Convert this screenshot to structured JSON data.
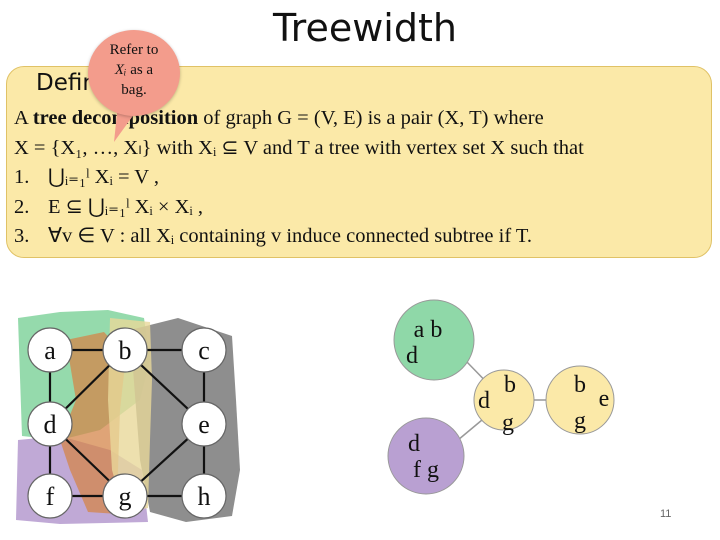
{
  "slide": {
    "title": "Treewidth",
    "definition_label": "Definition",
    "page_number": "11"
  },
  "callout": {
    "line1": "Refer to",
    "line2_var": "Xᵢ",
    "line2_rest": " as a",
    "line3": "bag."
  },
  "definition": {
    "intro_pre": "A ",
    "intro_bold": "tree decomposition",
    "intro_post": " of graph G = (V, E) is a pair (X, T) where",
    "line2": "X = {X₁, …, Xₗ} with Xᵢ ⊆ V and T a tree with vertex set X such that",
    "items": [
      {
        "num": "1.",
        "text": "⋃ᵢ₌₁ˡ Xᵢ = V ,"
      },
      {
        "num": "2.",
        "text": "E ⊆ ⋃ᵢ₌₁ˡ Xᵢ × Xᵢ ,"
      },
      {
        "num": "3.",
        "text": "∀v ∈ V : all Xᵢ containing v induce connected subtree if T."
      }
    ]
  },
  "graph": {
    "vertices": [
      "a",
      "b",
      "c",
      "d",
      "e",
      "f",
      "g",
      "h"
    ]
  },
  "tree_decomposition": {
    "bags": [
      {
        "line1": "a b",
        "line2": "d",
        "color": "#8fd8a8"
      },
      {
        "line1": "b",
        "left": "d",
        "line2": "g",
        "color": "#fbe9a8"
      },
      {
        "line1": "b",
        "right": "e",
        "line2": "g",
        "color": "#fbe9a8"
      },
      {
        "line1": "d",
        "line2": "f g",
        "color": "#b9a0d2"
      }
    ]
  },
  "colors": {
    "definition_box": "#fbe9a8",
    "callout": "#f39c8c",
    "bag_green": "#8fd8a8",
    "bag_yellow": "#fbe9a8",
    "bag_purple": "#b9a0d2",
    "bag_gray": "#7a7a7a",
    "bag_orange": "#d4854a"
  }
}
